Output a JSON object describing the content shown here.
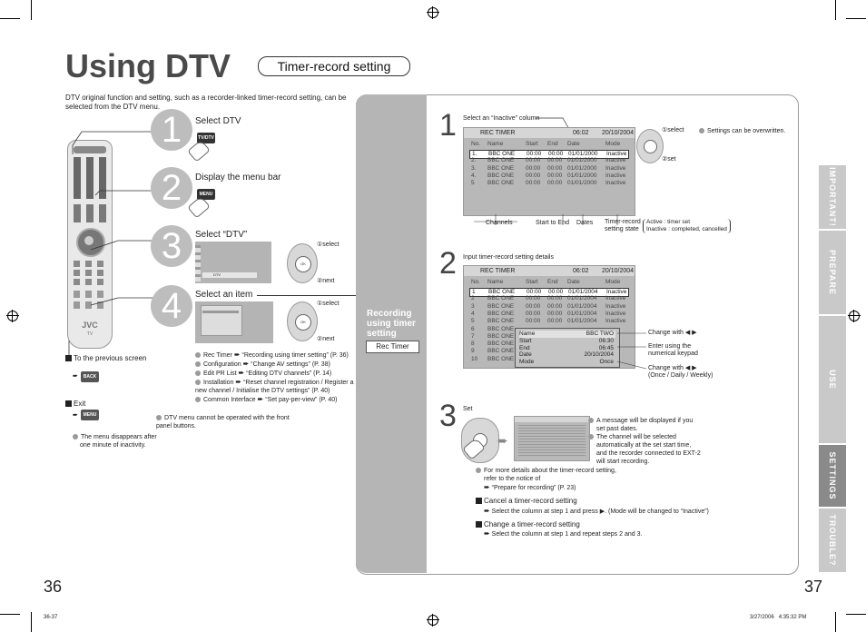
{
  "page_title": "Using DTV",
  "section_badge": "Timer-record setting",
  "intro": "DTV original function and setting, such as a recorder-linked timer-record setting, can be selected from the DTV menu.",
  "left_steps": [
    {
      "num": "1",
      "label": "Select DTV",
      "button": "TV/DTV"
    },
    {
      "num": "2",
      "label": "Display the menu bar",
      "button": "MENU"
    },
    {
      "num": "3",
      "label": "Select “DTV”"
    },
    {
      "num": "4",
      "label": "Select an item"
    }
  ],
  "nav": {
    "select": "①select",
    "next": "②next"
  },
  "remote": {
    "brand": "JVC",
    "model": "TV"
  },
  "previous_screen": {
    "label": "To the previous screen",
    "button": "BACK"
  },
  "exit": {
    "label": "Exit",
    "button": "MENU",
    "note": "The menu disappears after one minute of inactivity."
  },
  "dtv_screen_label": "DTV",
  "item_menu": [
    {
      "text": "Rec Timer",
      "ref": "“Recording using timer setting” (P. 36)"
    },
    {
      "text": "Configuration",
      "ref": "“Change AV settings” (P. 38)"
    },
    {
      "text": "Edit PR List",
      "ref": "“Editing DTV channels” (P. 14)"
    },
    {
      "text": "Installation",
      "ref": "“Reset channel registration / Register a new channel / Initialise the DTV settings” (P. 40)"
    },
    {
      "text": "Common Interface",
      "ref": "“Set pay-per-view” (P. 40)"
    }
  ],
  "front_panel_note": "DTV menu cannot be operated with the front panel buttons.",
  "mid_panel": {
    "title": "Recording using timer setting",
    "tag": "Rec Timer"
  },
  "step1": {
    "num": "1",
    "caption": "Select an “Inactive” column",
    "select": "①select",
    "set": "②set",
    "overwrite_note": "Settings can be overwritten.",
    "labels": {
      "channels": "Channels",
      "start_end": "Start to End",
      "dates": "Dates",
      "state": "Timer-record setting state"
    },
    "state_legend": [
      "Active : timer set",
      "Inactive : completed, cancelled"
    ]
  },
  "rec_timer_1": {
    "title": "REC TIMER",
    "time": "06:02",
    "date": "20/10/2004",
    "columns": [
      "No.",
      "Name",
      "Start",
      "End",
      "Date",
      "Mode"
    ],
    "rows": [
      [
        "1.",
        "BBC ONE",
        "00:00",
        "00:00",
        "01/01/2000",
        "Inactive"
      ],
      [
        "2.",
        "BBC ONE",
        "00:00",
        "00:00",
        "01/01/2000",
        "Inactive"
      ],
      [
        "3.",
        "BBC ONE",
        "00:00",
        "00:00",
        "01/01/2000",
        "Inactive"
      ],
      [
        "4.",
        "BBC ONE",
        "00:00",
        "00:00",
        "01/01/2000",
        "Inactive"
      ],
      [
        "5",
        "BBC ONE",
        "00:00",
        "00:00",
        "01/01/2000",
        "Inactive"
      ]
    ]
  },
  "step2": {
    "num": "2",
    "caption": "Input timer-record setting details",
    "change1": "Change with ◀ ▶",
    "enter": "Enter using the numerical keypad",
    "change2": "Change with ◀ ▶",
    "change2_sub": "(Once / Daily / Weekly)"
  },
  "rec_timer_2": {
    "title": "REC TIMER",
    "time": "06:02",
    "date": "20/10/2004",
    "columns": [
      "No.",
      "Name",
      "Start",
      "End",
      "Date",
      "Mode"
    ],
    "rows": [
      [
        "1",
        "BBC ONE",
        "00:00",
        "00:00",
        "01/01/2004",
        "Inactive"
      ],
      [
        "2",
        "BBC ONE",
        "00:00",
        "00:00",
        "01/01/2004",
        "Inactive"
      ],
      [
        "3",
        "BBC ONE",
        "00:00",
        "00:00",
        "01/01/2004",
        "Inactive"
      ],
      [
        "4",
        "BBC ONE",
        "00:00",
        "00:00",
        "01/01/2004",
        "Inactive"
      ],
      [
        "5",
        "BBC ONE",
        "00:00",
        "00:00",
        "01/01/2004",
        "Inactive"
      ],
      [
        "6",
        "BBC ONE",
        "",
        "",
        "",
        ""
      ],
      [
        "7",
        "BBC ONE",
        "",
        "",
        "",
        ""
      ],
      [
        "8",
        "BBC ONE",
        "",
        "",
        "",
        ""
      ],
      [
        "9",
        "BBC ONE",
        "",
        "",
        "",
        ""
      ],
      [
        "10",
        "BBC ONE",
        "",
        "",
        "",
        ""
      ]
    ],
    "popup": [
      {
        "k": "Name",
        "v": "BBC TWO"
      },
      {
        "k": "Start",
        "v": "06:30"
      },
      {
        "k": "End",
        "v": "06:45"
      },
      {
        "k": "Date",
        "v": "20/10/2004"
      },
      {
        "k": "Mode",
        "v": "Once"
      }
    ]
  },
  "step3": {
    "num": "3",
    "caption": "Set",
    "notes": [
      "A message will be displayed if you set past dates.",
      "The channel will be selected automatically at the set start time, and the recorder connected to EXT-2 will start recording."
    ],
    "detail_note": "For more details about the timer-record setting, refer to the notice of",
    "detail_ref": "“Prepare for recording” (P. 23)",
    "cancel_title": "Cancel a timer-record setting",
    "cancel_text": "Select the column at step 1 and press ▶. (Mode will be changed to “Inactive”)",
    "change_title": "Change a timer-record setting",
    "change_text": "Select the column at step 1 and repeat steps 2 and 3."
  },
  "side_tabs": [
    "IMPORTANT!",
    "PREPARE",
    "USE",
    "SETTINGS",
    "TROUBLE?"
  ],
  "active_tab": "SETTINGS",
  "page_left": "36",
  "page_right": "37",
  "footer_left": "36-37",
  "footer_right": "3/27/2006   4:35:32 PM",
  "colors": {
    "grey_panel": "#b5b5b5",
    "tab": "#c9c9c9",
    "tab_active": "#8a8a8a",
    "step_circle": "#bdbdbd"
  }
}
